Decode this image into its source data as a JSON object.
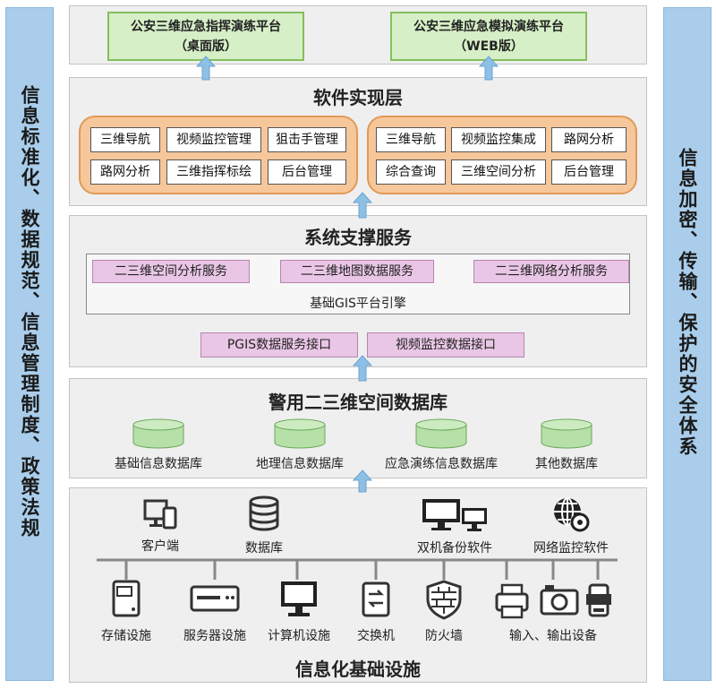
{
  "left_banner": "信息标准化、数据规范、信息管理制度、政策法规",
  "right_banner": "信息加密、传输、保护的安全体系",
  "platforms": [
    {
      "name": "公安三维应急指挥演练平台",
      "edition": "（桌面版）"
    },
    {
      "name": "公安三维应急模拟演练平台",
      "edition": "（WEB版）"
    }
  ],
  "software_layer": {
    "title": "软件实现层",
    "desktop_modules": [
      "三维导航",
      "视频监控管理",
      "狙击手管理",
      "路网分析",
      "三维指挥标绘",
      "后台管理"
    ],
    "web_modules": [
      "三维导航",
      "视频监控集成",
      "路网分析",
      "综合查询",
      "三维空间分析",
      "后台管理"
    ]
  },
  "support_layer": {
    "title": "系统支撑服务",
    "services": [
      "二三维空间分析服务",
      "二三维地图数据服务",
      "二三维网络分析服务"
    ],
    "engine_label": "基础GIS平台引擎",
    "interfaces": [
      "PGIS数据服务接口",
      "视频监控数据接口"
    ]
  },
  "database_layer": {
    "title": "警用二三维空间数据库",
    "databases": [
      "基础信息数据库",
      "地理信息数据库",
      "应急演练信息数据库",
      "其他数据库"
    ]
  },
  "infra_layer": {
    "title": "信息化基础设施",
    "top_devices": [
      {
        "label": "客户端",
        "icon": "client-devices-icon"
      },
      {
        "label": "数据库",
        "icon": "database-icon"
      },
      {
        "label": "双机备份软件",
        "icon": "dual-monitor-icon"
      },
      {
        "label": "网络监控软件",
        "icon": "network-monitor-icon"
      }
    ],
    "bottom_devices": [
      {
        "label": "存储设施",
        "icon": "storage-icon"
      },
      {
        "label": "服务器设施",
        "icon": "server-icon"
      },
      {
        "label": "计算机设施",
        "icon": "computer-icon"
      },
      {
        "label": "交换机",
        "icon": "switch-icon"
      },
      {
        "label": "防火墙",
        "icon": "firewall-icon"
      },
      {
        "label": "输入、输出设备",
        "icon": "io-devices-icon"
      }
    ]
  },
  "colors": {
    "side_banner": "#a9cdea",
    "platform_fill": "#d6efc6",
    "module_fill": "#f6c79a",
    "service_fill": "#e9c6e5",
    "db_fill": "#b7e0a8",
    "arrow": "#8ec0e6"
  }
}
